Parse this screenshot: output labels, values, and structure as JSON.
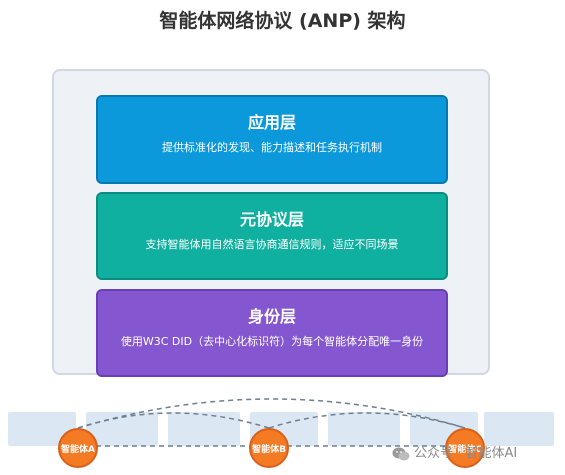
{
  "title": "智能体网络协议 (ANP) 架构",
  "layers": {
    "application": {
      "name": "应用层",
      "description": "提供标准化的发现、能力描述和任务执行机制",
      "color": "#0b99dc"
    },
    "meta_protocol": {
      "name": "元协议层",
      "description": "支持智能体用自然语言协商通信规则，适应不同场景",
      "color": "#10b0a0"
    },
    "identity": {
      "name": "身份层",
      "description": "使用W3C DID（去中心化标识符）为每个智能体分配唯一身份",
      "color": "#8456cf"
    }
  },
  "agents": [
    {
      "label": "智能体A"
    },
    {
      "label": "智能体B"
    },
    {
      "label": "智能体C"
    }
  ],
  "agent_color": "#f57a24",
  "watermark": {
    "text": "公众号 · 智能体AI",
    "icon": "wechat-icon"
  }
}
